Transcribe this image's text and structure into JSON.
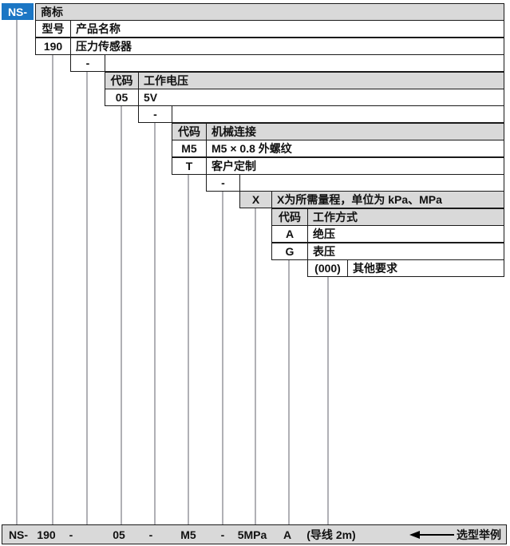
{
  "colors": {
    "blue": "#1b76c4",
    "gray": "#d9d9d9",
    "border": "#1a1a1a",
    "line": "#b0b0b5"
  },
  "brand_box": "NS-",
  "t1": {
    "header": "商标",
    "h1": "型号",
    "h2": "产品名称",
    "code": "190",
    "name": "压力传感器"
  },
  "sep1": "-",
  "t2": {
    "h1": "代码",
    "h2": "工作电压",
    "code": "05",
    "desc": "5V"
  },
  "sep2": "-",
  "t3": {
    "h1": "代码",
    "h2": "机械连接",
    "r1c": "M5",
    "r1d": "M5 × 0.8 外螺纹",
    "r2c": "T",
    "r2d": "客户定制"
  },
  "sep3": "-",
  "t4": {
    "code": "X",
    "desc": "X为所需量程，单位为 kPa、MPa"
  },
  "t5": {
    "h1": "代码",
    "h2": "工作方式",
    "r1c": "A",
    "r1d": "绝压",
    "r2c": "G",
    "r2d": "表压"
  },
  "t6": {
    "code": "(000)",
    "desc": "其他要求"
  },
  "example": {
    "items": [
      "NS-",
      "190",
      "-",
      "05",
      "-",
      "M5",
      "-",
      "5MPa",
      "A",
      "(导线 2m)"
    ],
    "label": "选型举例"
  }
}
